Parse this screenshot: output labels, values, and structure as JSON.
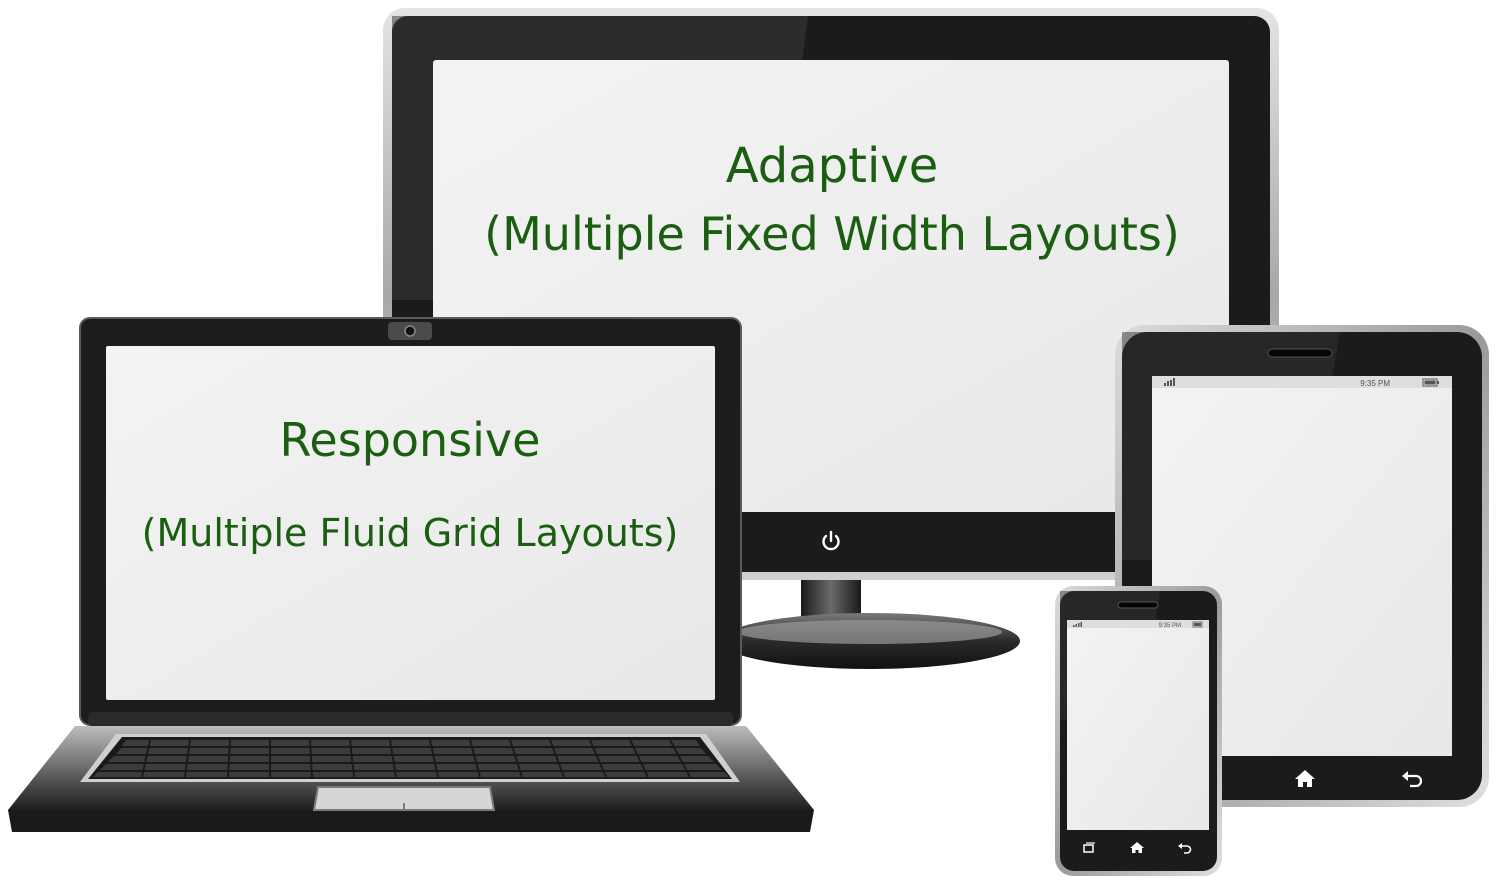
{
  "monitor": {
    "title": "Adaptive",
    "subtitle": "(Multiple Fixed Width Layouts)",
    "power_icon": "power-icon"
  },
  "laptop": {
    "title": "Responsive",
    "subtitle": "(Multiple Fluid Grid Layouts)"
  },
  "tablet": {
    "status_time": "9:35 PM",
    "home_icon": "home-icon",
    "back_icon": "back-icon"
  },
  "phone": {
    "status_time": "9:35 PM",
    "recent_apps_icon": "recent-apps-icon",
    "home_icon": "home-icon",
    "back_icon": "back-icon"
  },
  "colors": {
    "screen_text": "#1b5e12",
    "device_body": "#1b1b1b",
    "screen_glass": "#efefef"
  }
}
